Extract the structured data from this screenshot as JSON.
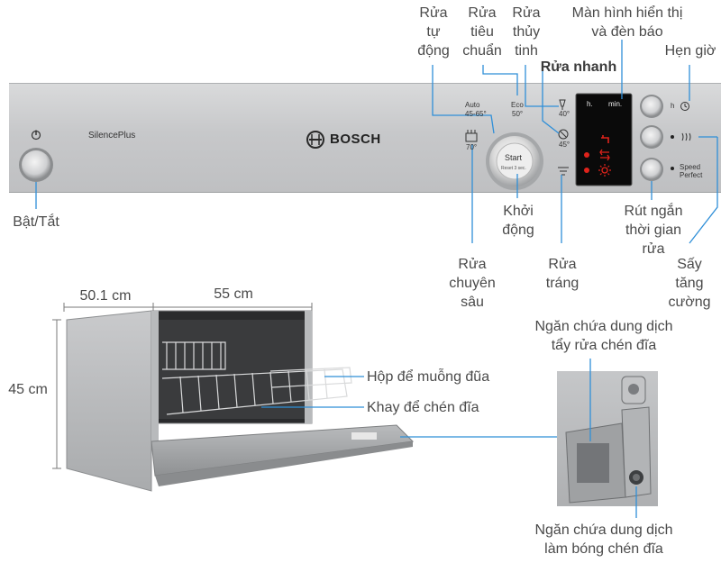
{
  "labels": {
    "auto_wash": "Rửa\ntự\nđộng",
    "eco_wash": "Rửa\ntiêu\nchuẩn",
    "glass_wash": "Rửa\nthủy\ntinh",
    "display": "Màn hình hiển thị\nvà đèn báo",
    "timer": "Hẹn giờ",
    "quick_wash": "Rửa nhanh",
    "power": "Bật/Tắt",
    "start": "Khởi\nđộng",
    "intensive": "Rửa\nchuyên\nsâu",
    "rinse": "Rửa\ntráng",
    "speed_perfect": "Rút ngắn\nthời gian\nrửa",
    "extra_dry": "Sấy\ntăng\ncường",
    "cutlery": "Hộp để muỗng đũa",
    "dish_rack": "Khay để chén đĩa",
    "detergent": "Ngăn chứa dung dịch\ntẩy rửa chén đĩa",
    "rinse_aid": "Ngăn chứa dung dịch\nlàm bóng chén đĩa"
  },
  "dimensions": {
    "depth": "50.1 cm",
    "width": "55 cm",
    "height": "45 cm"
  },
  "panel": {
    "brand": "BOSCH",
    "series": "SilencePlus",
    "prog_auto": "Auto",
    "prog_auto_temp": "45-65°",
    "prog_eco": "Eco",
    "prog_eco_temp": "50°",
    "prog_glass_temp": "40°",
    "prog_quick_temp": "45°",
    "prog_intensive_temp": "70°",
    "start_label": "Start",
    "start_sub": "Reset 3 sec.",
    "display_h": "h.",
    "display_min": "min.",
    "btn_timer": "h",
    "btn_speed": "Speed\nPerfect"
  },
  "colors": {
    "panel": "#c8c9cb",
    "display": "#0a0a0a",
    "indicator_red": "#e0231b",
    "leader_line": "#2f8fd8"
  }
}
